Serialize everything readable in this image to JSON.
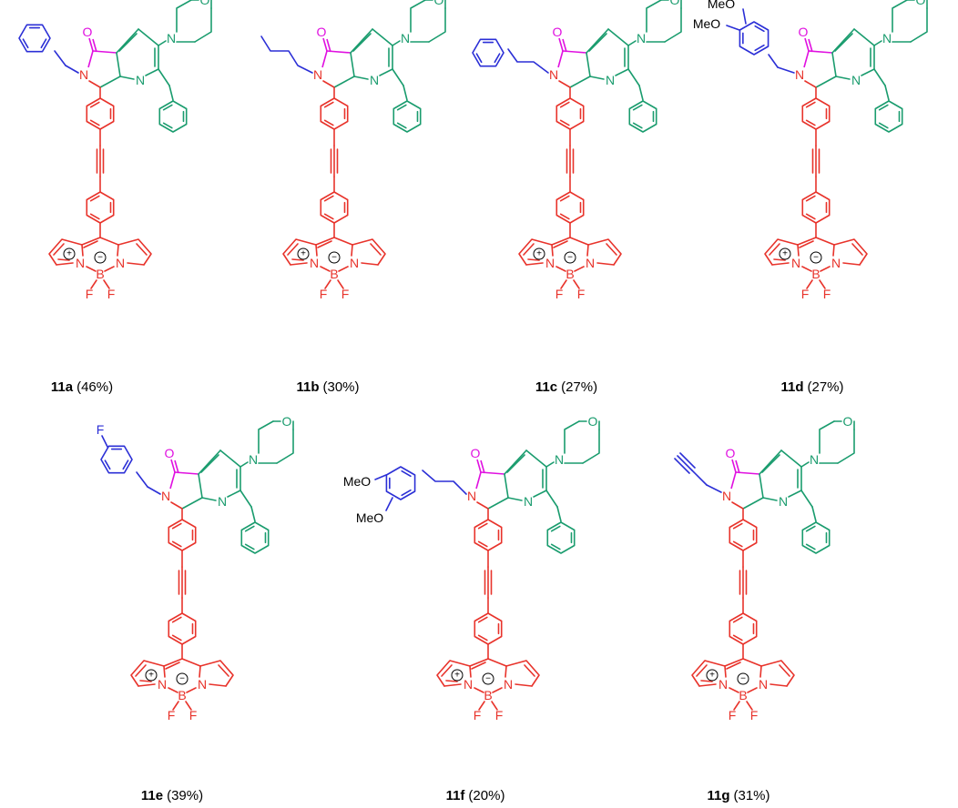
{
  "atoms": {
    "nitrogen": "N",
    "oxygen": "O",
    "boron": "B",
    "fluorine": "F",
    "methoxy": "MeO",
    "plus": "+",
    "minus": "−"
  },
  "colors": {
    "core": "#e8332b",
    "pyridine": "#1a9c6e",
    "substituent": "#2b2fd6",
    "carbonyl": "#e010e0"
  },
  "compounds": [
    {
      "id": "11a",
      "yield": "(46%)",
      "substituent": "benzyl"
    },
    {
      "id": "11b",
      "yield": "(30%)",
      "substituent": "n-butyl"
    },
    {
      "id": "11c",
      "yield": "(27%)",
      "substituent": "phenethyl"
    },
    {
      "id": "11d",
      "yield": "(27%)",
      "substituent": "3,4-dimethoxybenzyl"
    },
    {
      "id": "11e",
      "yield": "(39%)",
      "substituent": "4-fluorobenzyl"
    },
    {
      "id": "11f",
      "yield": "(20%)",
      "substituent": "3,4-dimethoxyphenethyl"
    },
    {
      "id": "11g",
      "yield": "(31%)",
      "substituent": "propargyl"
    }
  ]
}
